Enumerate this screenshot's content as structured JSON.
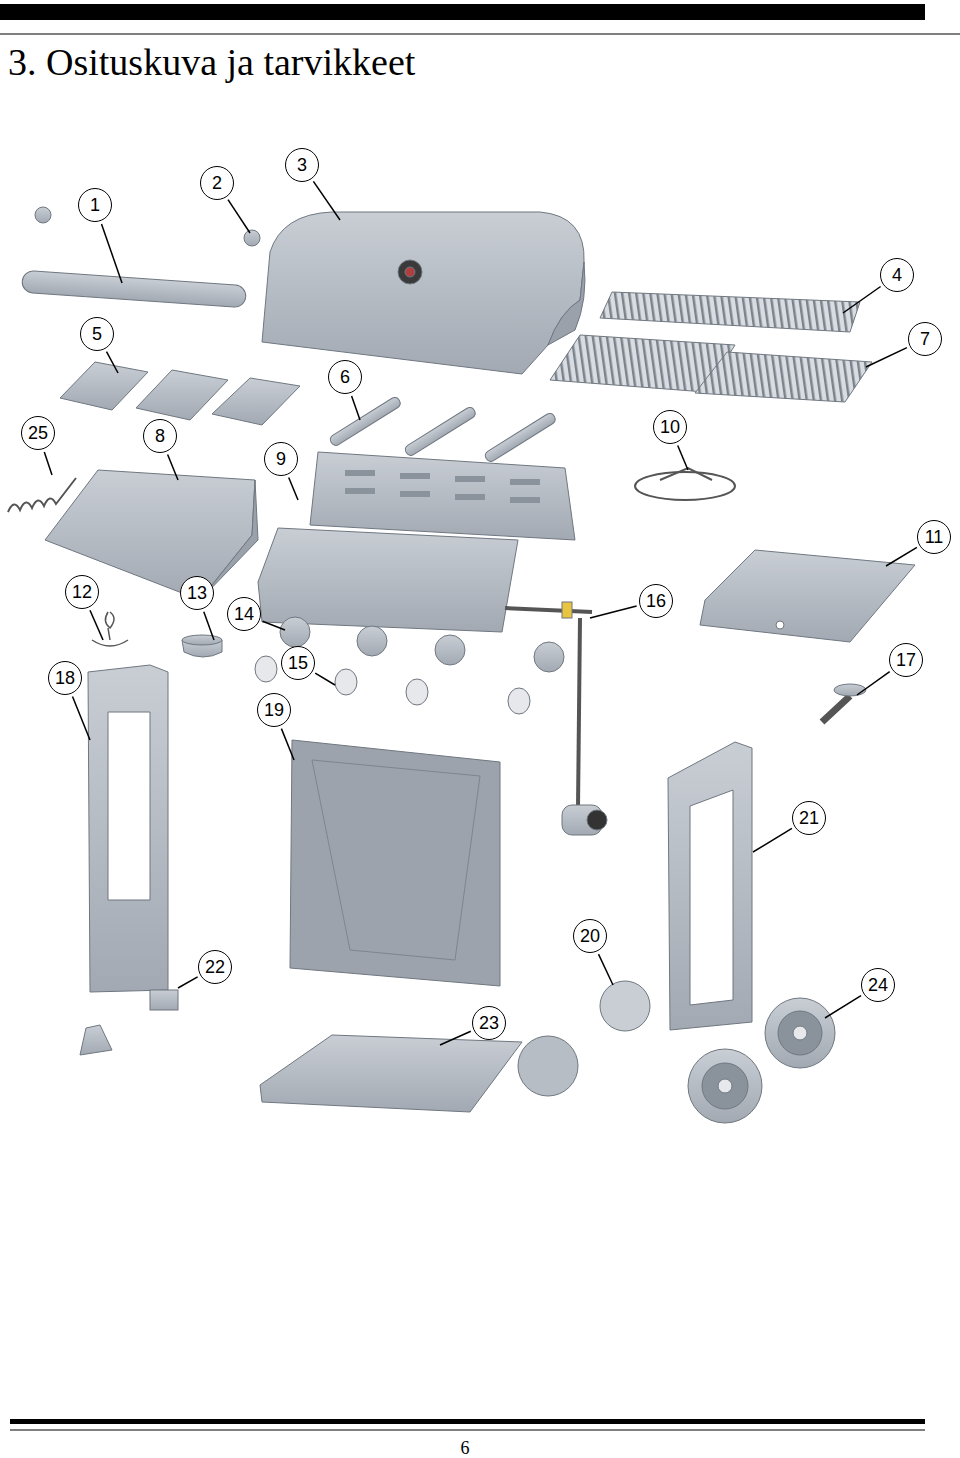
{
  "diagram": {
    "title": "3. Osituskuva ja tarvikkeet",
    "labels": [
      "1",
      "2",
      "3",
      "4",
      "5",
      "6",
      "7",
      "8",
      "9",
      "10",
      "11",
      "12",
      "13",
      "14",
      "15",
      "16",
      "17",
      "18",
      "19",
      "20",
      "21",
      "22",
      "23",
      "24",
      "25",
      "6"
    ]
  }
}
